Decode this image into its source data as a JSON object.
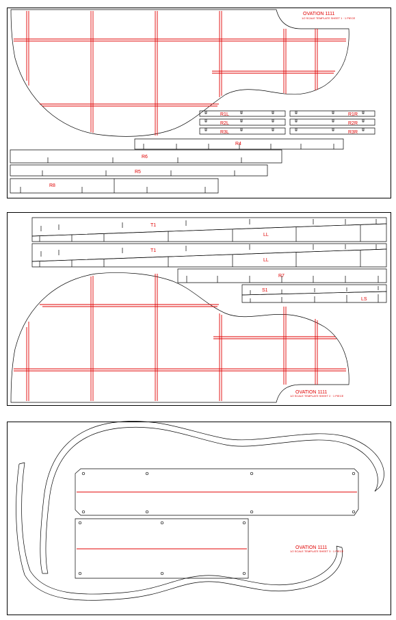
{
  "panel1": {
    "brand_title": "OVATION 1111",
    "brand_subtitle": "1/2 SCALE TEMPLATE SHEET 1 · 1 PIECE",
    "pieces": {
      "r1l": "R1L",
      "r2l": "R2L",
      "r3l": "R3L",
      "r1r": "R1R",
      "r2r": "R2R",
      "r3r": "R3R",
      "r4": "R4",
      "r5": "R5",
      "r6": "R6",
      "r8": "R8"
    }
  },
  "panel2": {
    "brand_title": "OVATION 1111",
    "brand_subtitle": "1/2 SCALE TEMPLATE SHEET 2 · 1 PIECE",
    "pieces": {
      "t1a": "T1",
      "lla": "LL",
      "t1b": "T1",
      "llb": "LL",
      "r7": "R7",
      "s1": "S1",
      "ls": "LS"
    }
  },
  "panel3": {
    "brand_title": "OVATION 1111",
    "brand_subtitle": "1/2 SCALE TEMPLATE SHEET 3 · 1 PIECE"
  },
  "colors": {
    "cut_line": "#000000",
    "guide_line": "#e00000",
    "background": "#ffffff"
  }
}
